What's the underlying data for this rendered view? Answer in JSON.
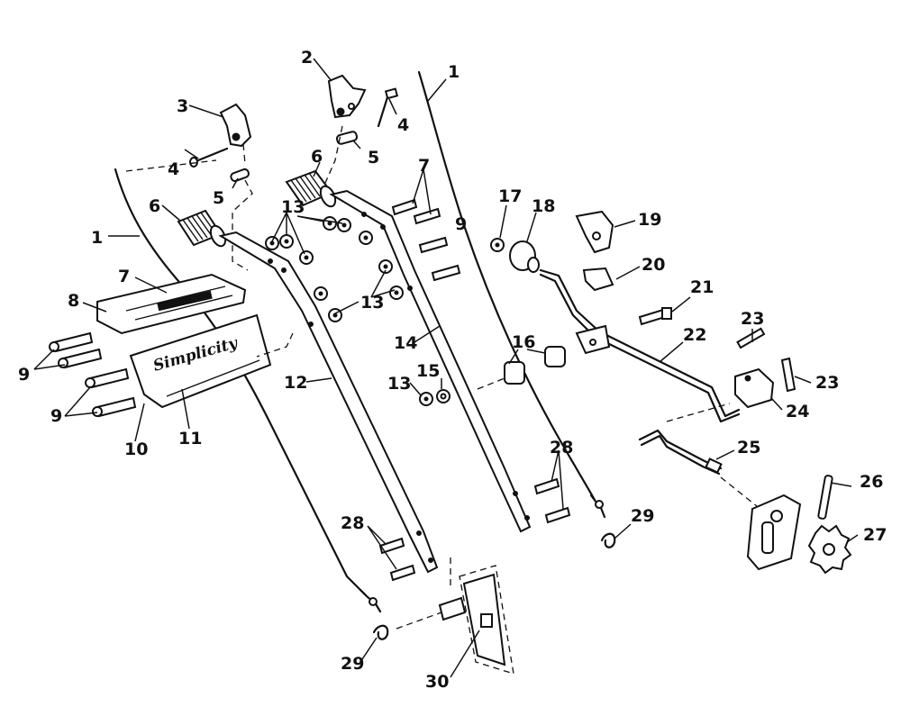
{
  "callouts": {
    "c1a": "1",
    "c1b": "1",
    "c2": "2",
    "c3": "3",
    "c4a": "4",
    "c4b": "4",
    "c5a": "5",
    "c5b": "5",
    "c6a": "6",
    "c6b": "6",
    "c7a": "7",
    "c7b": "7",
    "c8": "8",
    "c9a": "9",
    "c9b": "9",
    "c9c": "9",
    "c10": "10",
    "c11": "11",
    "c12": "12",
    "c13a": "13",
    "c13b": "13",
    "c13c": "13",
    "c14": "14",
    "c15": "15",
    "c16": "16",
    "c17": "17",
    "c18": "18",
    "c19": "19",
    "c20": "20",
    "c21": "21",
    "c22": "22",
    "c23a": "23",
    "c23b": "23",
    "c24": "24",
    "c25": "25",
    "c26": "26",
    "c27": "27",
    "c28a": "28",
    "c28b": "28",
    "c29a": "29",
    "c29b": "29",
    "c30": "30"
  },
  "brand_logo": "Simplicity"
}
